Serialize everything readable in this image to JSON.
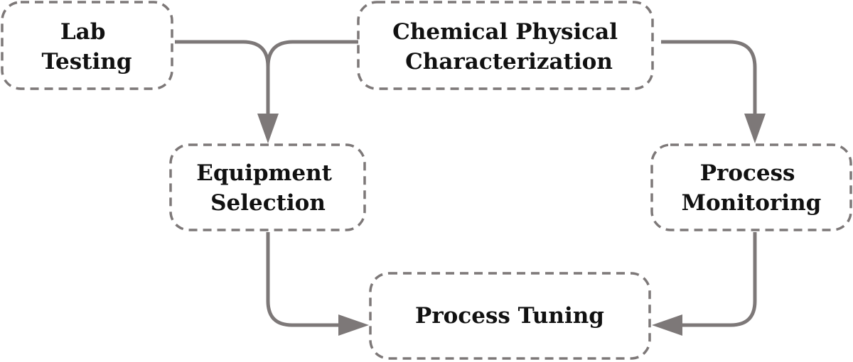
{
  "colors": {
    "line": "#7d7878",
    "text": "#111111",
    "background": "#ffffff"
  },
  "nodes": {
    "lab_testing": [
      "Lab",
      "Testing"
    ],
    "chemical_characterization": [
      "Chemical Physical",
      "Characterization"
    ],
    "equipment_selection": [
      "Equipment",
      "Selection"
    ],
    "process_monitoring": [
      "Process",
      "Monitoring"
    ],
    "process_tuning": [
      "Process Tuning"
    ]
  },
  "edges": [
    {
      "from": "lab_testing",
      "to": "equipment_selection"
    },
    {
      "from": "chemical_characterization",
      "to": "equipment_selection"
    },
    {
      "from": "chemical_characterization",
      "to": "process_monitoring"
    },
    {
      "from": "equipment_selection",
      "to": "process_tuning"
    },
    {
      "from": "process_monitoring",
      "to": "process_tuning"
    }
  ]
}
